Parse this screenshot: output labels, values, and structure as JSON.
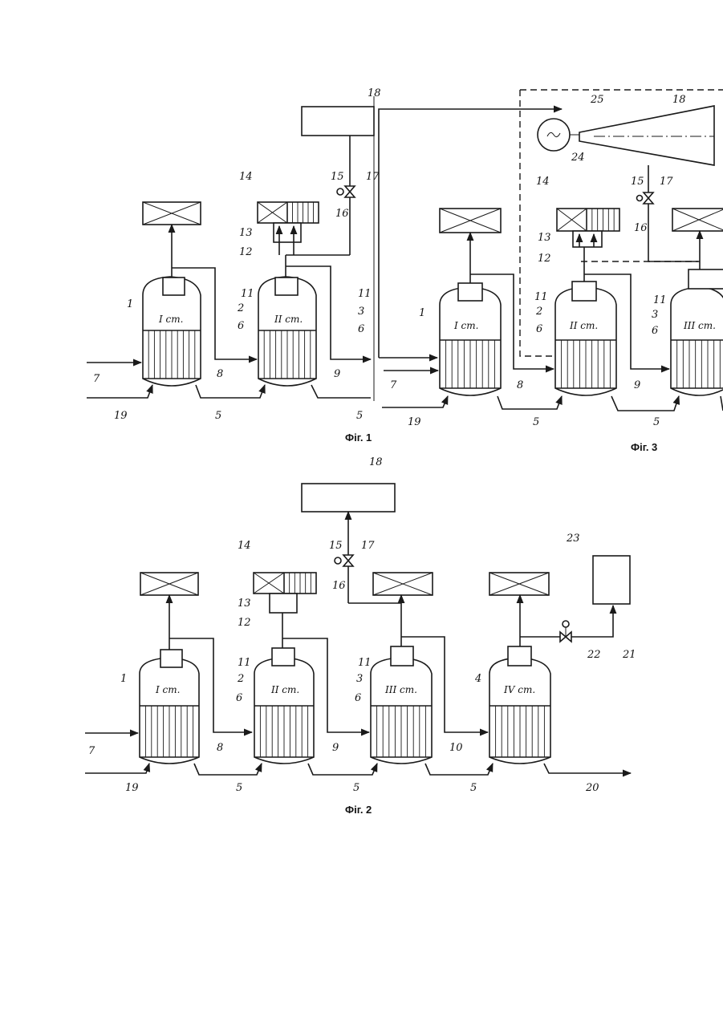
{
  "figures": {
    "fig1": {
      "caption": "Фіг. 1",
      "stage_labels": [
        "I ст.",
        "II ст."
      ],
      "numbers": [
        "1",
        "2",
        "6",
        "7",
        "8",
        "9",
        "11",
        "12",
        "13",
        "14",
        "15",
        "16",
        "17",
        "18",
        "19",
        "5",
        "5",
        "11",
        "3",
        "6"
      ]
    },
    "fig2": {
      "caption": "Фіг. 2",
      "stage_labels": [
        "I ст.",
        "II ст.",
        "III ст.",
        "IV ст."
      ],
      "numbers": [
        "1",
        "2",
        "3",
        "4",
        "6",
        "6",
        "7",
        "8",
        "9",
        "10",
        "11",
        "11",
        "12",
        "13",
        "14",
        "15",
        "16",
        "17",
        "18",
        "19",
        "20",
        "21",
        "22",
        "23",
        "5",
        "5",
        "5"
      ]
    },
    "fig3": {
      "caption": "Фіг. 3",
      "stage_labels": [
        "I ст.",
        "II ст.",
        "III ст."
      ],
      "numbers": [
        "1",
        "2",
        "3",
        "6",
        "6",
        "7",
        "8",
        "9",
        "11",
        "11",
        "12",
        "13",
        "14",
        "15",
        "16",
        "17",
        "18",
        "19",
        "24",
        "25",
        "5",
        "5"
      ]
    }
  }
}
